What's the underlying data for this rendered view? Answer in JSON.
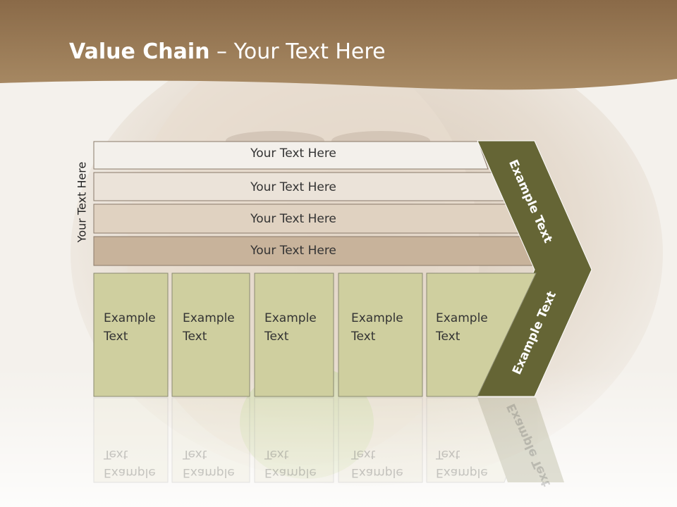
{
  "slide": {
    "title_bold": "Value Chain",
    "title_rest": " – Your Text Here",
    "side_label": "Your Text Here"
  },
  "rows": [
    {
      "label": "Your Text Here",
      "color": "#f3f0eb"
    },
    {
      "label": "Your Text Here",
      "color": "#ebe3d9"
    },
    {
      "label": "Your Text Here",
      "color": "#e0d2c1"
    },
    {
      "label": "Your Text Here",
      "color": "#c8b39b"
    }
  ],
  "boxes": [
    {
      "line1": "Example",
      "line2": "Text"
    },
    {
      "line1": "Example",
      "line2": "Text"
    },
    {
      "line1": "Example",
      "line2": "Text"
    },
    {
      "line1": "Example",
      "line2": "Text"
    },
    {
      "line1": "Example",
      "line2": "Text"
    }
  ],
  "chevron": {
    "upper_label": "Example Text",
    "lower_label": "Example Text"
  },
  "colors": {
    "header_band": "#a58660",
    "box_fill": "#cfcf9f",
    "chevron_fill": "#656535"
  }
}
